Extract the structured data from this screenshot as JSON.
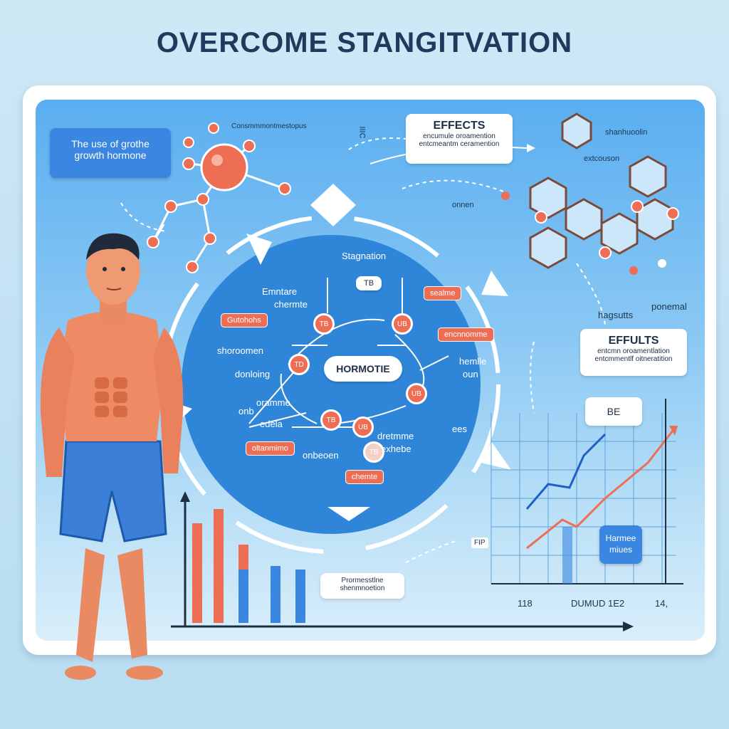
{
  "title": "OVERCOME STANGITVATION",
  "intro_box": {
    "line1": "The use of grothe",
    "line2": "growth hormone"
  },
  "molecule_left_caption": "Consmmmontmestopus",
  "small_vertical_text": "IIIC",
  "effects_top": {
    "heading": "EFFECTS",
    "line1": "encumule oroamention",
    "line2": "entcmeantm ceramention"
  },
  "molecule_right_labels": {
    "label_a": "shanhuoolin",
    "label_b": "extcouson",
    "label_c": "onnen"
  },
  "cycle": {
    "top_label": "Stagnation",
    "top_node": "TB",
    "center_label": "HORMOTIE",
    "left_labels": [
      "Emntare",
      "chermte",
      "shoroomen",
      "donloing",
      "oramme",
      "onb",
      "edela"
    ],
    "right_labels": [
      "hemlle",
      "oun",
      "ees"
    ],
    "bottom_labels": [
      "dretmme",
      "exhebe",
      "onbeoen"
    ],
    "pills": [
      "Gutohohs",
      "sealme",
      "encnnomme",
      "oltanmimo",
      "chemte"
    ],
    "nodes": [
      "TB",
      "TD",
      "UB",
      "UB",
      "TB",
      "UB",
      "TB"
    ]
  },
  "effects_right": {
    "side_label_a": "hagsutts",
    "side_label_b": "ponemal",
    "heading": "EFFULTS",
    "line1": "entcmn oroamentlation",
    "line2": "entcmmentlf oitneratition"
  },
  "chart_right": {
    "legend_box": "BE",
    "badge": "Harmee miues",
    "x_labels": [
      "118",
      "DUMUD 1E2",
      "14,"
    ],
    "side_tag": "FIP"
  },
  "chart_bar_caption": {
    "line1": "Prormesstlne",
    "line2": "shenmnoetion"
  },
  "colors": {
    "accent_orange": "#ee6e55",
    "primary_blue": "#3b86e0",
    "circle_blue": "#2f86d8",
    "title_navy": "#1f3a5c"
  }
}
